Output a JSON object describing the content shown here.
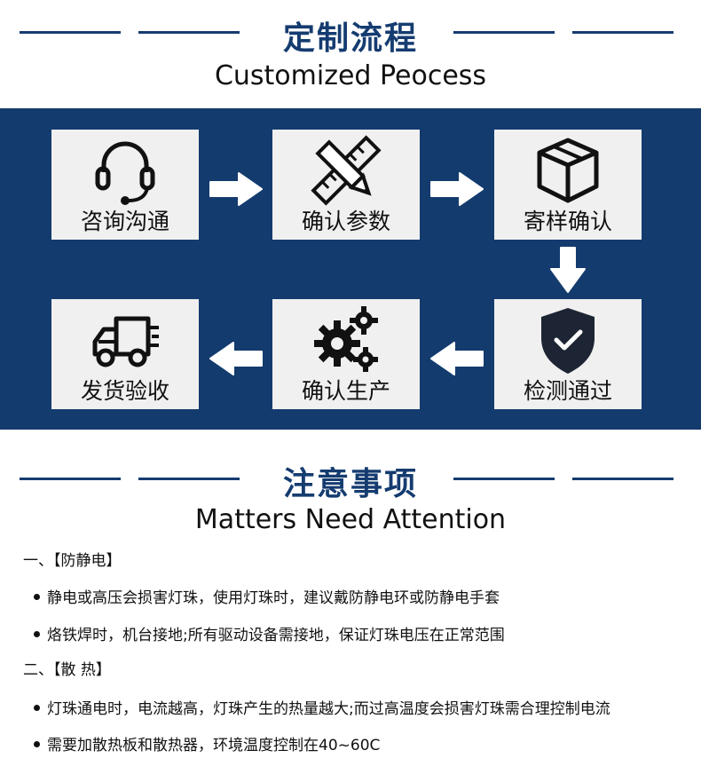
{
  "header": {
    "title_cn": "定制流程",
    "title_en": "Customized Peocess"
  },
  "steps": [
    {
      "icon": "headset-icon",
      "label": "咨询沟通"
    },
    {
      "icon": "pencil-ruler-icon",
      "label": "确认参数"
    },
    {
      "icon": "box-icon",
      "label": "寄样确认"
    },
    {
      "icon": "shield-check-icon",
      "label": "检测通过"
    },
    {
      "icon": "gears-icon",
      "label": "确认生产"
    },
    {
      "icon": "truck-icon",
      "label": "发货验收"
    }
  ],
  "notice": {
    "title_cn": "注意事项",
    "title_en": "Matters Need Attention",
    "sections": [
      {
        "heading": "一、【防静电】",
        "items": [
          "静电或高压会损害灯珠，使用灯珠时，建议戴防静电环或防静电手套",
          "烙铁焊时，机台接地;所有驱动设备需接地，保证灯珠电压在正常范围"
        ]
      },
      {
        "heading": "二、【散 热】",
        "items": [
          "灯珠通电时，电流越高，灯珠产生的热量越大;而过高温度会损害灯珠需合理控制电流",
          "需要加散热板和散热器，环境温度控制在40~60C"
        ]
      }
    ]
  },
  "colors": {
    "brand": "#133b6e",
    "card": "#f0f0f0",
    "arrow": "#ffffff"
  }
}
